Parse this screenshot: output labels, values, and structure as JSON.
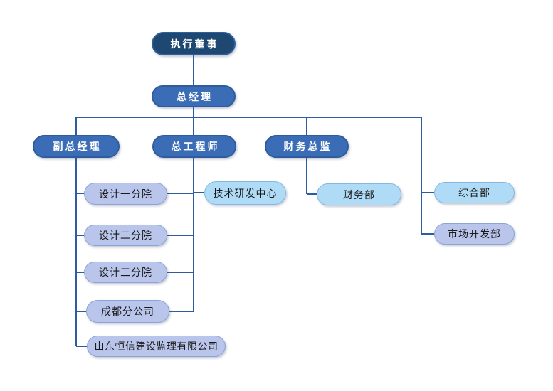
{
  "diagram": {
    "type": "org-chart",
    "palette": {
      "level1_fill": "#1E4872",
      "level2_fill": "#3B6DB6",
      "lavender_fill": "#B9C5EA",
      "lightblue_fill": "#B0DBF6",
      "connector_line": "#2E5C9E",
      "text_on_dark": "#FFFFFF",
      "text_on_light": "#1A1A1A"
    },
    "nodes": {
      "executive_director": {
        "label": "执行董事"
      },
      "general_manager": {
        "label": "总经理"
      },
      "deputy_general_manager": {
        "label": "副总经理"
      },
      "chief_engineer": {
        "label": "总工程师"
      },
      "finance_director": {
        "label": "财务总监"
      },
      "design_branch_1": {
        "label": "设计一分院"
      },
      "design_branch_2": {
        "label": "设计二分院"
      },
      "design_branch_3": {
        "label": "设计三分院"
      },
      "chengdu_branch": {
        "label": "成都分公司"
      },
      "shandong_hengxin": {
        "label": "山东恒信建设监理有限公司"
      },
      "tech_rd_center": {
        "label": "技术研发中心"
      },
      "finance_dept": {
        "label": "财务部"
      },
      "general_dept": {
        "label": "综合部"
      },
      "market_dev_dept": {
        "label": "市场开发部"
      }
    }
  }
}
